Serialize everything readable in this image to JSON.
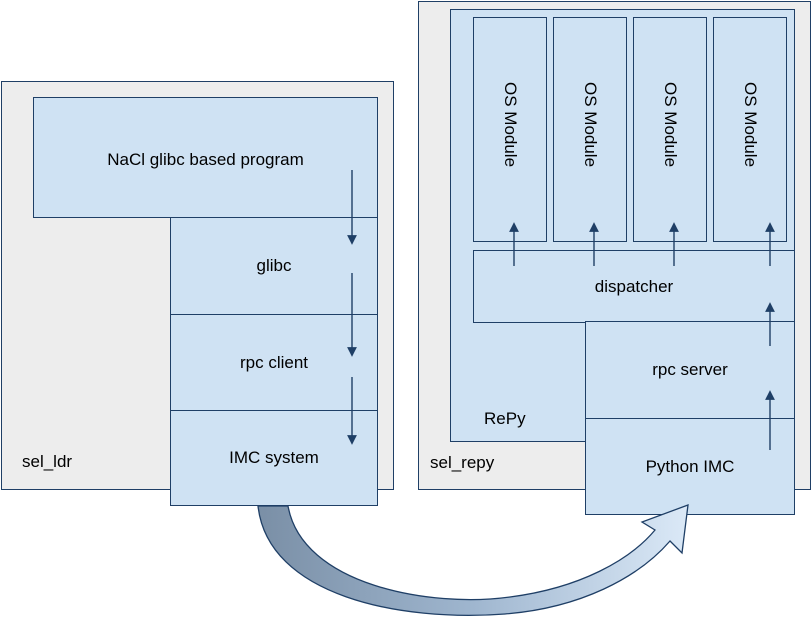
{
  "left": {
    "container_label": "sel_ldr",
    "program_label": "NaCl glibc based program",
    "glibc_label": "glibc",
    "rpc_client_label": "rpc client",
    "imc_label": "IMC system"
  },
  "right": {
    "container_label": "sel_repy",
    "repy_label": "RePy",
    "os_modules": [
      "OS Module",
      "OS Module",
      "OS Module",
      "OS Module"
    ],
    "dispatcher_label": "dispatcher",
    "rpc_server_label": "rpc server",
    "python_imc_label": "Python IMC"
  },
  "colors": {
    "box_fill": "#cfe2f3",
    "container_fill": "#ededed",
    "border": "#1f3f66",
    "arrow": "#1f3f66"
  }
}
